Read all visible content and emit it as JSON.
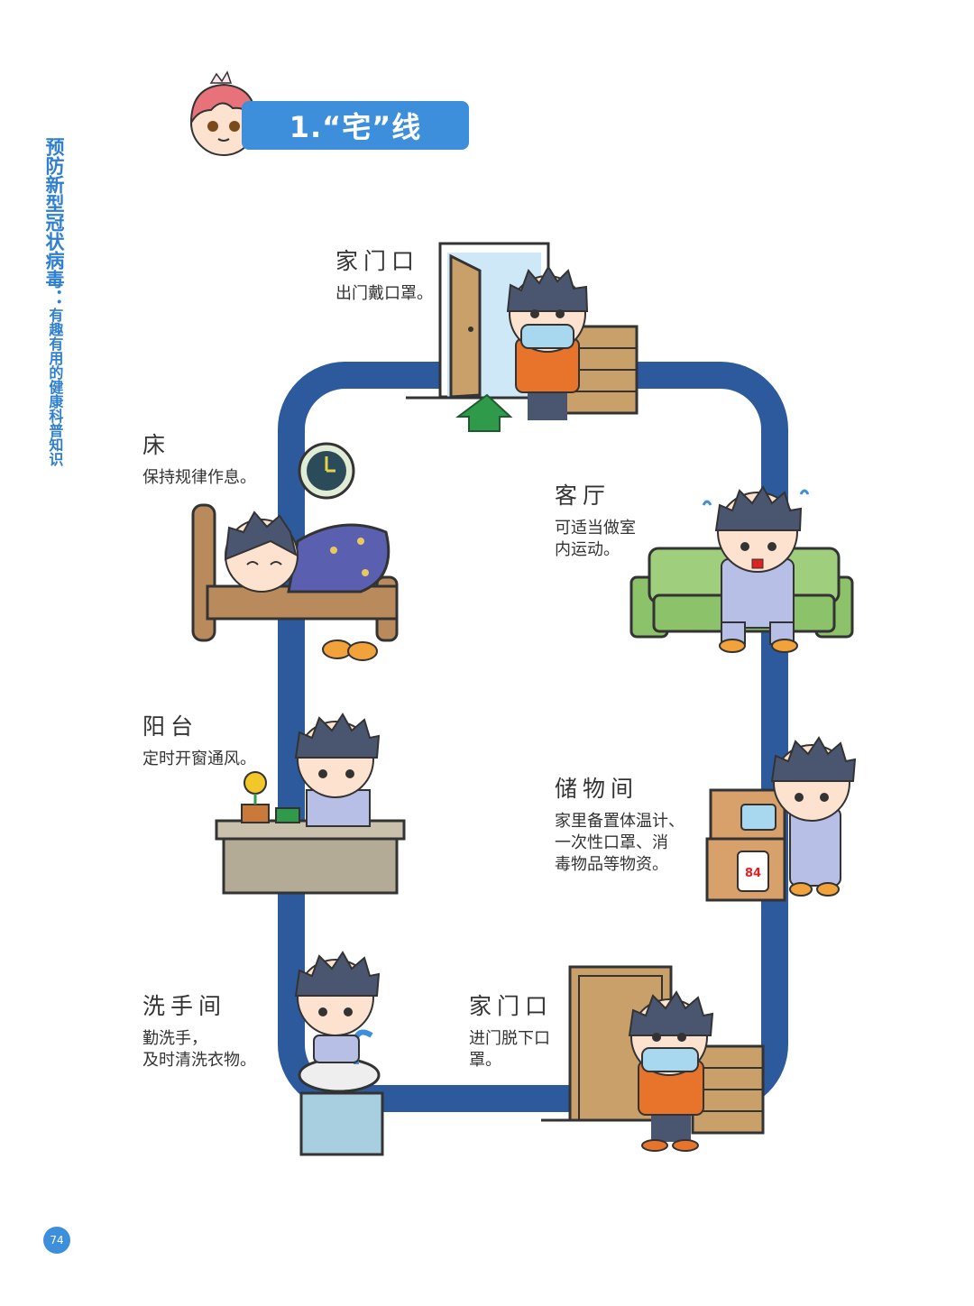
{
  "side_title": {
    "main": "预防新型冠状病毒：",
    "sub": "有趣有用的健康科普知识"
  },
  "header": {
    "title": "1.“宅”线"
  },
  "rooms": [
    {
      "title": "家门口",
      "desc": [
        "出门戴口罩。"
      ]
    },
    {
      "title": "床",
      "desc": [
        "保持规律作息。"
      ]
    },
    {
      "title": "客厅",
      "desc": [
        "可适当做室",
        "内运动。"
      ]
    },
    {
      "title": "阳台",
      "desc": [
        "定时开窗通风。"
      ]
    },
    {
      "title": "储物间",
      "desc": [
        "家里备置体温计、",
        "一次性口罩、消",
        "毒物品等物资。"
      ]
    },
    {
      "title": "洗手间",
      "desc": [
        "勤洗手，",
        "及时清洗衣物。"
      ]
    },
    {
      "title": "家门口",
      "desc": [
        "进门脱下口",
        "罩。"
      ]
    }
  ],
  "box_label": "84",
  "page_number": "74",
  "colors": {
    "accent": "#3d8fdb",
    "track": "#2d5a9c",
    "sofa": "#8cc26a",
    "door": "#c9a06a",
    "jacket": "#e8742c",
    "hair": "#4a5670",
    "arrow": "#2f9a4a"
  }
}
